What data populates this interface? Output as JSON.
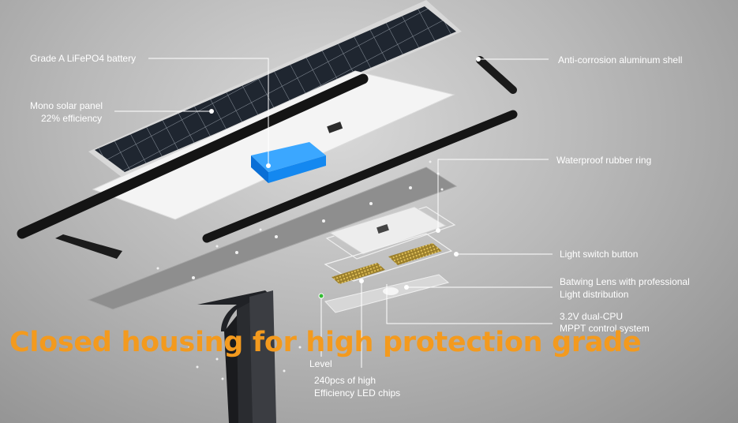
{
  "labels": {
    "battery": "Grade A LiFePO4 battery",
    "solar_line1": "Mono solar panel",
    "solar_line2": "22% efficiency",
    "shell": "Anti-corrosion aluminum shell",
    "rubber_ring": "Waterproof rubber ring",
    "switch": "Light switch button",
    "lens_line1": "Batwing Lens with professional",
    "lens_line2": "Light distribution",
    "cpu_line1": "3.2V dual-CPU",
    "cpu_line2": "MPPT control system",
    "level": "Level",
    "led_line1": "240pcs of high",
    "led_line2": "Efficiency LED chips"
  },
  "headline": "Closed housing for high protection grade",
  "colors": {
    "headline": "#f39a1e",
    "battery": "#1e90ff",
    "label_text": "#ffffff",
    "background": "#b9b9b9"
  }
}
